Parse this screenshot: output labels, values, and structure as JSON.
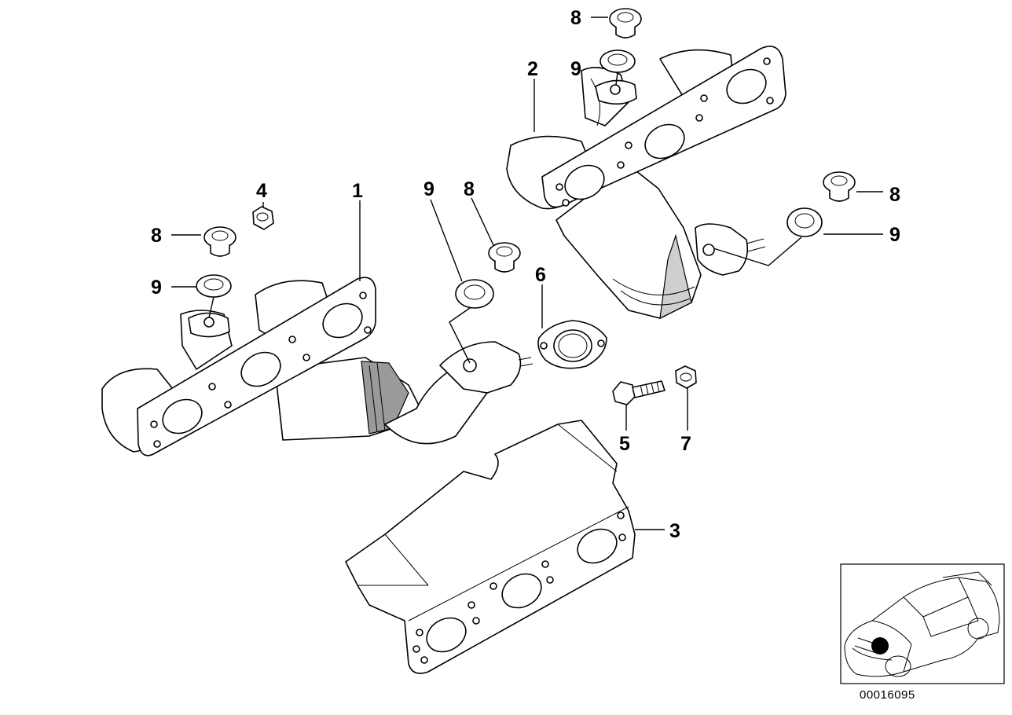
{
  "callouts": [
    {
      "id": "c1",
      "label": "1"
    },
    {
      "id": "c2",
      "label": "2"
    },
    {
      "id": "c3",
      "label": "3"
    },
    {
      "id": "c4",
      "label": "4"
    },
    {
      "id": "c5",
      "label": "5"
    },
    {
      "id": "c6",
      "label": "6"
    },
    {
      "id": "c7",
      "label": "7"
    },
    {
      "id": "c8a",
      "label": "8"
    },
    {
      "id": "c8b",
      "label": "8"
    },
    {
      "id": "c8c",
      "label": "8"
    },
    {
      "id": "c8d",
      "label": "8"
    },
    {
      "id": "c9a",
      "label": "9"
    },
    {
      "id": "c9b",
      "label": "9"
    },
    {
      "id": "c9c",
      "label": "9"
    },
    {
      "id": "c9d",
      "label": "9"
    }
  ],
  "catalog_number": "00016095",
  "colors": {
    "line": "#000000",
    "background": "#ffffff",
    "location_marker": "#000000"
  }
}
